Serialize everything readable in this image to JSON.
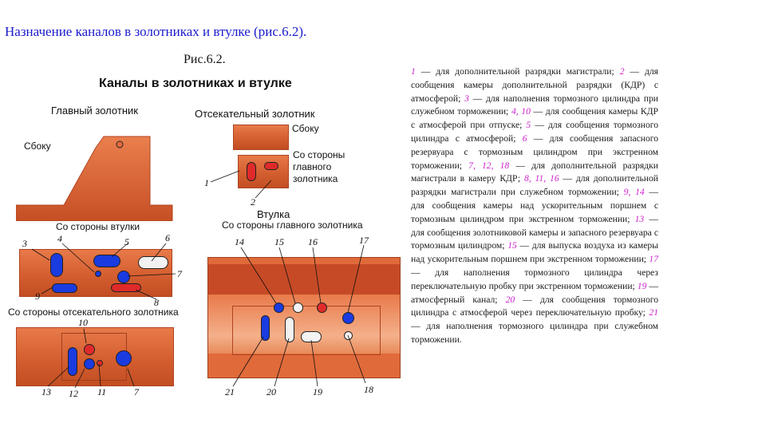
{
  "page_title": "Назначение каналов в золотниках и втулке (рис.6.2).",
  "figure": {
    "caption": "Рис.6.2.",
    "title": "Каналы в золотниках и втулке",
    "main_spool": "Главный золотник",
    "cutoff_spool": "Отсекательный золотник",
    "side": "Сбоку",
    "side2": "Сбоку",
    "from_main_spool": "Со стороны главного золотника",
    "from_main_spool_l1": "Со стороны",
    "from_main_spool_l2": "главного",
    "from_main_spool_l3": "золотника",
    "from_bushing": "Со стороны втулки",
    "from_cutoff": "Со стороны отсекательного золотника",
    "bushing": "Втулка",
    "numbers": [
      "1",
      "2",
      "3",
      "4",
      "5",
      "6",
      "7",
      "8",
      "9",
      "10",
      "11",
      "12",
      "13",
      "7",
      "14",
      "15",
      "16",
      "17",
      "18",
      "19",
      "20",
      "21"
    ]
  },
  "descriptions": [
    {
      "k": "1",
      "t": " — для дополнительной разрядки магистрали; "
    },
    {
      "k": "2",
      "t": " — для сообщения камеры дополнительной разрядки (КДР) с атмосферой; "
    },
    {
      "k": "3",
      "t": " — для наполнения тормозного цилиндра при служебном торможении; "
    },
    {
      "k": "4, 10",
      "t": " — для сообщения камеры КДР с атмосферой при отпуске; "
    },
    {
      "k": "5",
      "t": " — для сообщения тормозного цилиндра с атмосферой; "
    },
    {
      "k": "6",
      "t": " — для сообщения запасного резервуара с тормозным цилиндром при экстренном торможении; "
    },
    {
      "k": "7, 12, 18",
      "t": " — для дополнительной разрядки магистрали в камеру КДР; "
    },
    {
      "k": "8, 11, 16",
      "t": " — для дополнительной разрядки магистрали при служебном торможении; "
    },
    {
      "k": "9, 14",
      "t": " — для сообщения камеры над ускорительным поршнем с тормозным цилиндром при экстренном торможении; "
    },
    {
      "k": "13",
      "t": " — для сообщения золотниковой камеры и запасного резервуара с тормозным цилиндром; "
    },
    {
      "k": "15",
      "t": " — для выпуска воздуха из камеры над ускорительным поршнем при экстренном торможении; "
    },
    {
      "k": "17",
      "t": " — для наполнения тормозного цилиндра через переключательную пробку при экстренном торможении; "
    },
    {
      "k": "19",
      "t": " — атмосферный канал; "
    },
    {
      "k": "20",
      "t": " — для сообщения тормозного цилиндра с атмосферой через переключательную пробку; "
    },
    {
      "k": "21",
      "t": " — для наполнения тормозного цилиндра при служебном торможении."
    }
  ]
}
